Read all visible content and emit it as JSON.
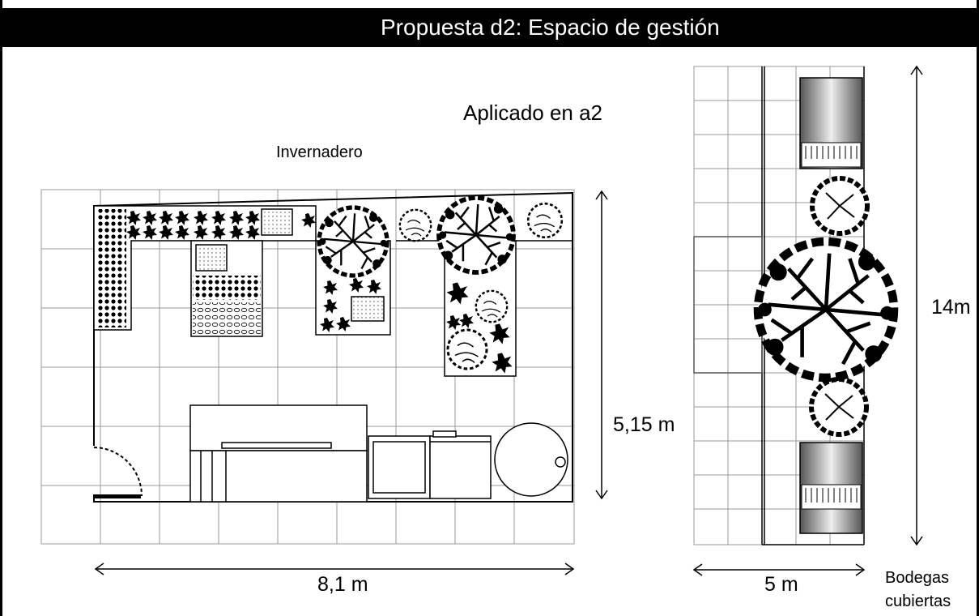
{
  "title": "Propuesta d2: Espacio de gestión",
  "labels": {
    "applied": "Aplicado en a2",
    "greenhouse": "Invernadero",
    "height_left": "5,15 m",
    "width_left": "8,1 m",
    "height_right": "14m",
    "width_right": "5 m",
    "storage_line1": "Bodegas",
    "storage_line2": "cubiertas"
  }
}
